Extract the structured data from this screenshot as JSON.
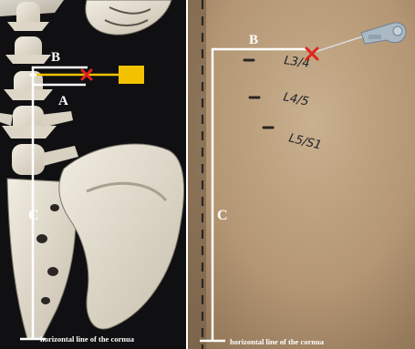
{
  "left_panel": {
    "label_a": "A",
    "label_b": "B",
    "label_c": "C",
    "baseline_caption": "horizontal line of the cornua"
  },
  "right_panel": {
    "label_b": "B",
    "label_c": "C",
    "baseline_caption": "horizontal line of the cornua",
    "skin_marks": [
      "L3/4",
      "L4/5",
      "L5/S1"
    ]
  },
  "colors": {
    "marker_x": "#e0241b",
    "needle_hub": "#f2c200",
    "measure_line": "#ffffff"
  },
  "icons": [
    "cross-mark-icon",
    "needle-hub-icon",
    "syringe-icon"
  ]
}
